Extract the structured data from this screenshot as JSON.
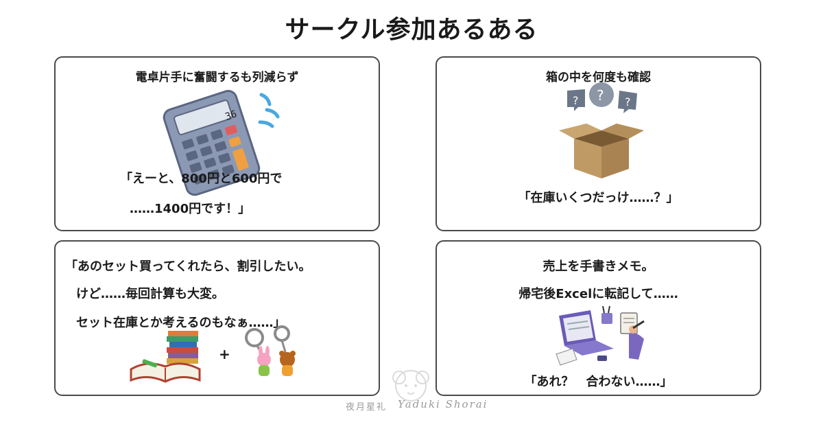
{
  "title": "サークル参加あるある",
  "cards": {
    "calc": {
      "heading": "電卓片手に奮闘するも列減らず",
      "line1": "「えーと、800円と600円で",
      "line2": "……1400円です！」",
      "display_value": "36"
    },
    "box": {
      "heading": "箱の中を何度も確認",
      "line1": "「在庫いくつだっけ……？」"
    },
    "set": {
      "line1": "「あのセット買ってくれたら、割引したい。",
      "line2": "けど……毎回計算も大変。",
      "line3": "セット在庫とか考えるのもなぁ……」",
      "plus": "+"
    },
    "excel": {
      "heading": "売上を手書きメモ。",
      "line1": "帰宅後Excelに転記して……",
      "line2": "「あれ？　合わない……」"
    }
  },
  "watermark": {
    "jp": "夜月星礼",
    "en": "Yaduki Shorai"
  }
}
